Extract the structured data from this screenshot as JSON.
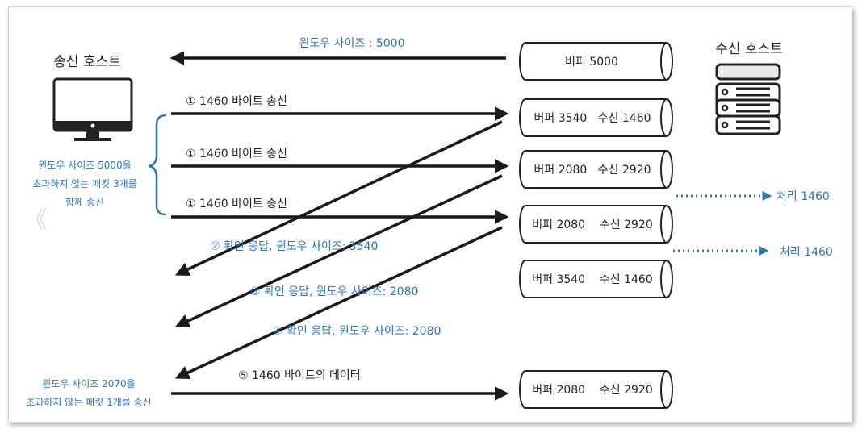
{
  "colors": {
    "accent": "#2e75b6",
    "arrow": "#1a1a1a",
    "text": "#222222"
  },
  "sender": {
    "title": "송신 호스트",
    "icon": "monitor-icon"
  },
  "receiver": {
    "title": "수신 호스트",
    "icon": "server-icon"
  },
  "window_top": {
    "label": "윈도우 사이즈 : 5000"
  },
  "buffers": [
    {
      "label": "버퍼 5000"
    },
    {
      "label": "버퍼 3540   수신 1460"
    },
    {
      "label": "버퍼 2080   수신 2920"
    },
    {
      "label": "버퍼 2080    수신 2920"
    },
    {
      "label": "버퍼 3540    수신 1460"
    },
    {
      "label": "버퍼 2080    수신 2920"
    }
  ],
  "sends": [
    {
      "label": "① 1460 바이트 송신"
    },
    {
      "label": "① 1460 바이트 송신"
    },
    {
      "label": "① 1460 바이트 송신"
    },
    {
      "label": "⑤ 1460 바이트의 데이터"
    }
  ],
  "acks": [
    {
      "label": "② 확인 응답, 윈도우 사이즈: 3540"
    },
    {
      "label": "③ 확인 응답, 윈도우 사이즈: 2080"
    },
    {
      "label": "④ 확인 응답, 윈도우 사이즈: 2080"
    }
  ],
  "process": [
    {
      "label": "처리 1460"
    },
    {
      "label": "처리 1460"
    }
  ],
  "notes": {
    "first": [
      "윈도우 사이즈 5000을",
      "초과하지 않는 패킷 3개를",
      "함께 송신"
    ],
    "second": [
      "윈도우 사이즈 2070을",
      "초과하지 않는 패킷 1개를 송신"
    ]
  },
  "nav": {
    "prev_glyph": "《"
  }
}
